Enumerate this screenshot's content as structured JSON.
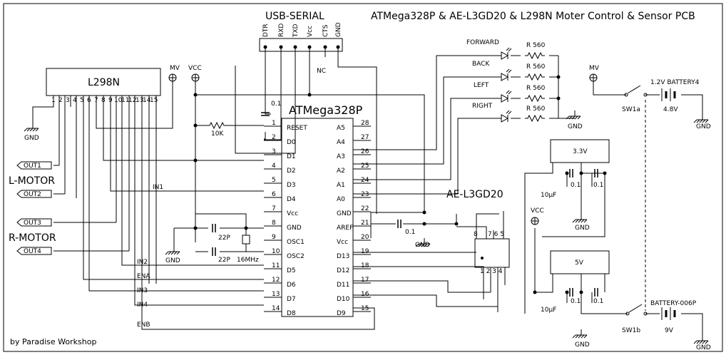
{
  "title": "ATMega328P & AE-L3GD20 & L298N Moter Control & Sensor PCB",
  "credit": "by Paradise Workshop",
  "usb_serial": {
    "label": "USB-SERIAL",
    "pins": [
      "DTR",
      "RXD",
      "TXD",
      "Vcc",
      "CTS",
      "GND"
    ],
    "nc": "NC"
  },
  "l298n": {
    "label": "L298N",
    "pins": [
      "1",
      "2",
      "3",
      "4",
      "5",
      "6",
      "7",
      "8",
      "9",
      "10",
      "11",
      "12",
      "13",
      "14",
      "15"
    ]
  },
  "mcu": {
    "label": "ATMega328P",
    "left_pins": [
      {
        "num": "1",
        "name": "RESET"
      },
      {
        "num": "2",
        "name": "D0"
      },
      {
        "num": "3",
        "name": "D1"
      },
      {
        "num": "4",
        "name": "D2"
      },
      {
        "num": "5",
        "name": "D3"
      },
      {
        "num": "6",
        "name": "D4"
      },
      {
        "num": "7",
        "name": "Vcc"
      },
      {
        "num": "8",
        "name": "GND"
      },
      {
        "num": "9",
        "name": "OSC1"
      },
      {
        "num": "10",
        "name": "OSC2"
      },
      {
        "num": "11",
        "name": "D5"
      },
      {
        "num": "12",
        "name": "D6"
      },
      {
        "num": "13",
        "name": "D7"
      },
      {
        "num": "14",
        "name": "D8"
      }
    ],
    "right_pins": [
      {
        "num": "28",
        "name": "A5"
      },
      {
        "num": "27",
        "name": "A4"
      },
      {
        "num": "26",
        "name": "A3"
      },
      {
        "num": "25",
        "name": "A2"
      },
      {
        "num": "24",
        "name": "A1"
      },
      {
        "num": "23",
        "name": "A0"
      },
      {
        "num": "22",
        "name": "GND"
      },
      {
        "num": "21",
        "name": "AREF"
      },
      {
        "num": "20",
        "name": "Vcc"
      },
      {
        "num": "19",
        "name": "D13"
      },
      {
        "num": "18",
        "name": "D12"
      },
      {
        "num": "17",
        "name": "D11"
      },
      {
        "num": "16",
        "name": "D10"
      },
      {
        "num": "15",
        "name": "D9"
      }
    ]
  },
  "sensor": {
    "label": "AE-L3GD20",
    "top_pins": "8     7 6 5",
    "bottom_pins": "1 2 3 4"
  },
  "leds": [
    {
      "name": "FORWARD",
      "resistor": "R 560"
    },
    {
      "name": "BACK",
      "resistor": "R 560"
    },
    {
      "name": "LEFT",
      "resistor": "R 560"
    },
    {
      "name": "RIGHT",
      "resistor": "R 560"
    }
  ],
  "outputs": [
    "OUT1",
    "OUT2",
    "OUT3",
    "OUT4"
  ],
  "motors": {
    "left": "L-MOTOR",
    "right": "R-MOTOR"
  },
  "nets": {
    "in1": "IN1",
    "in2": "IN2",
    "ena": "ENA",
    "in3": "IN3",
    "in4": "IN4",
    "enb": "ENB"
  },
  "labels": {
    "mv": "MV",
    "vcc": "VCC",
    "gnd": "GND",
    "c01": "0.1",
    "r10k": "10K",
    "c22p": "22P",
    "xtal": "16MHz",
    "c10u": "10µF"
  },
  "regulators": {
    "reg33": "3.3V",
    "reg5": "5V"
  },
  "power": {
    "battery1": "1.2V BATTERY4",
    "battery1_v": "4.8V",
    "sw1a": "SW1a",
    "battery2": "BATTERY-006P",
    "battery2_v": "9V",
    "sw1b": "SW1b"
  }
}
